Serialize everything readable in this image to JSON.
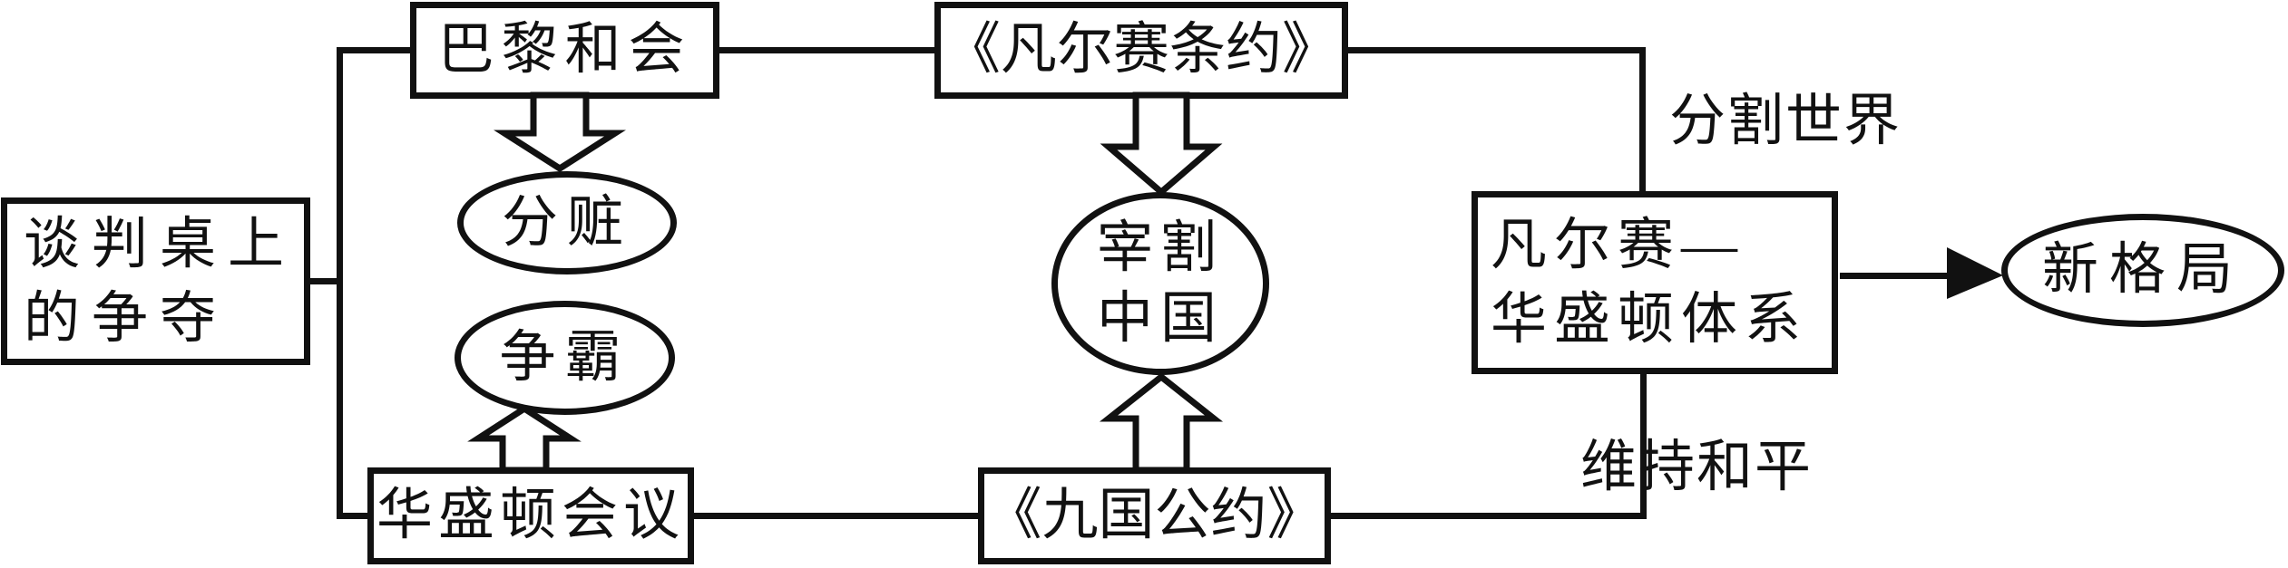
{
  "diagram": {
    "ink_color": "#111111",
    "background_color": "#ffffff",
    "nodes": {
      "negotiation": {
        "line1": "谈判桌上",
        "line2": "的争夺"
      },
      "paris_conference": {
        "label": "巴黎和会"
      },
      "versailles_treaty": {
        "label": "《凡尔赛条约》"
      },
      "washington_conference": {
        "label": "华盛顿会议"
      },
      "nine_power_treaty": {
        "label": "《九国公约》"
      },
      "divide_spoils": {
        "label": "分赃"
      },
      "contend_hegemony": {
        "label": "争霸"
      },
      "carve_up_china": {
        "line1": "宰割",
        "line2": "中国"
      },
      "versailles_washington_system": {
        "line1": "凡尔赛—",
        "line2": "华盛顿体系"
      },
      "new_pattern": {
        "label": "新格局"
      }
    },
    "annotations": {
      "divide_world": "分割世界",
      "maintain_peace": "维持和平"
    }
  }
}
